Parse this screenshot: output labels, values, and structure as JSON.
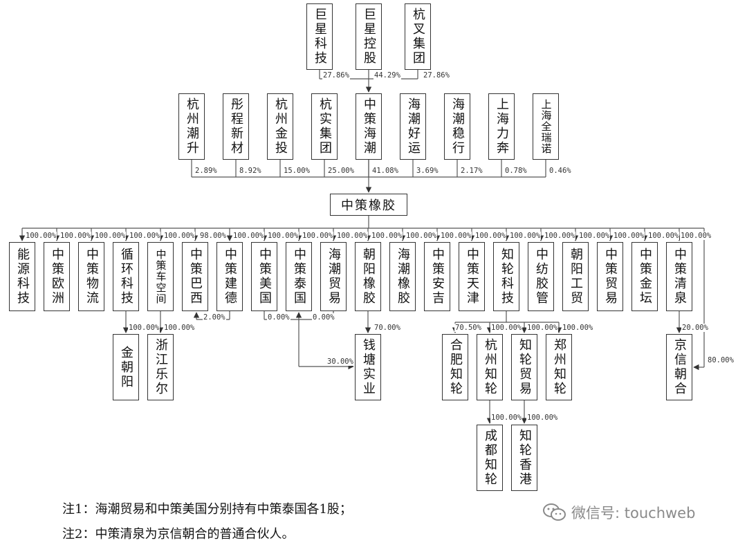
{
  "top_shareholders": [
    "巨星科技",
    "巨星控股",
    "杭叉集团"
  ],
  "top_pcts": [
    "27.86%",
    "44.29%",
    "27.86%"
  ],
  "second_shareholders": [
    "杭州潮升",
    "彤程新材",
    "杭州金投",
    "杭实集团",
    "中策海潮",
    "海潮好运",
    "海潮稳行",
    "上海力奔",
    "上海全瑞诺"
  ],
  "second_pcts": [
    "2.89%",
    "8.92%",
    "15.00%",
    "25.00%",
    "41.08%",
    "3.69%",
    "2.17%",
    "0.78%",
    "0.46%"
  ],
  "company": "中策橡胶",
  "subsidiaries": [
    "能源科技",
    "中策欧洲",
    "中策物流",
    "循环科技",
    "中策车空间",
    "中策巴西",
    "中策建德",
    "中策美国",
    "中策泰国",
    "海潮贸易",
    "朝阳橡胶",
    "海潮橡胶",
    "中策安吉",
    "中策天津",
    "知轮科技",
    "中纺胶管",
    "朝阳工贸",
    "中策贸易",
    "中策金坛",
    "中策清泉"
  ],
  "subsidiary_pcts": [
    "100.00%",
    "100.00%",
    "100.00%",
    "100.00%",
    "100.00%",
    "98.00%",
    "100.00%",
    "100.00%",
    "100.00%",
    "100.00%",
    "100.00%",
    "100.00%",
    "100.00%",
    "100.00%",
    "100.00%",
    "100.00%",
    "100.00%",
    "100.00%",
    "100.00%",
    "100.00%"
  ],
  "cross_pcts": {
    "jiande_to_brazil": "2.00%",
    "us_to_thai": "0.00%",
    "trade_to_thai": "0.00%",
    "chaoyang_to_qiantang": "70.00%",
    "thai_to_qiantang": "30.00%",
    "qingquan_to_jingxin": "20.00%",
    "main_to_jingxin": "80.00%",
    "xunhuan_to_jinchaoyang": "100.00%",
    "chekongjian_to_zhejiang": "100.00%"
  },
  "third_level": [
    "金朝阳",
    "浙江乐尔",
    "钱塘实业",
    "合肥知轮",
    "杭州知轮",
    "知轮贸易",
    "郑州知轮",
    "京信朝合"
  ],
  "zhilun_pcts": [
    "70.50%",
    "100.00%",
    "100.00%",
    "100.00%"
  ],
  "fourth_level": [
    "成都知轮",
    "知轮香港"
  ],
  "fourth_pcts": [
    "100.00%",
    "100.00%"
  ],
  "notes": [
    "注1：海潮贸易和中策美国分别持有中策泰国各1股；",
    "注2：中策清泉为京信朝合的普通合伙人。"
  ],
  "watermark": "微信号: touchweb"
}
